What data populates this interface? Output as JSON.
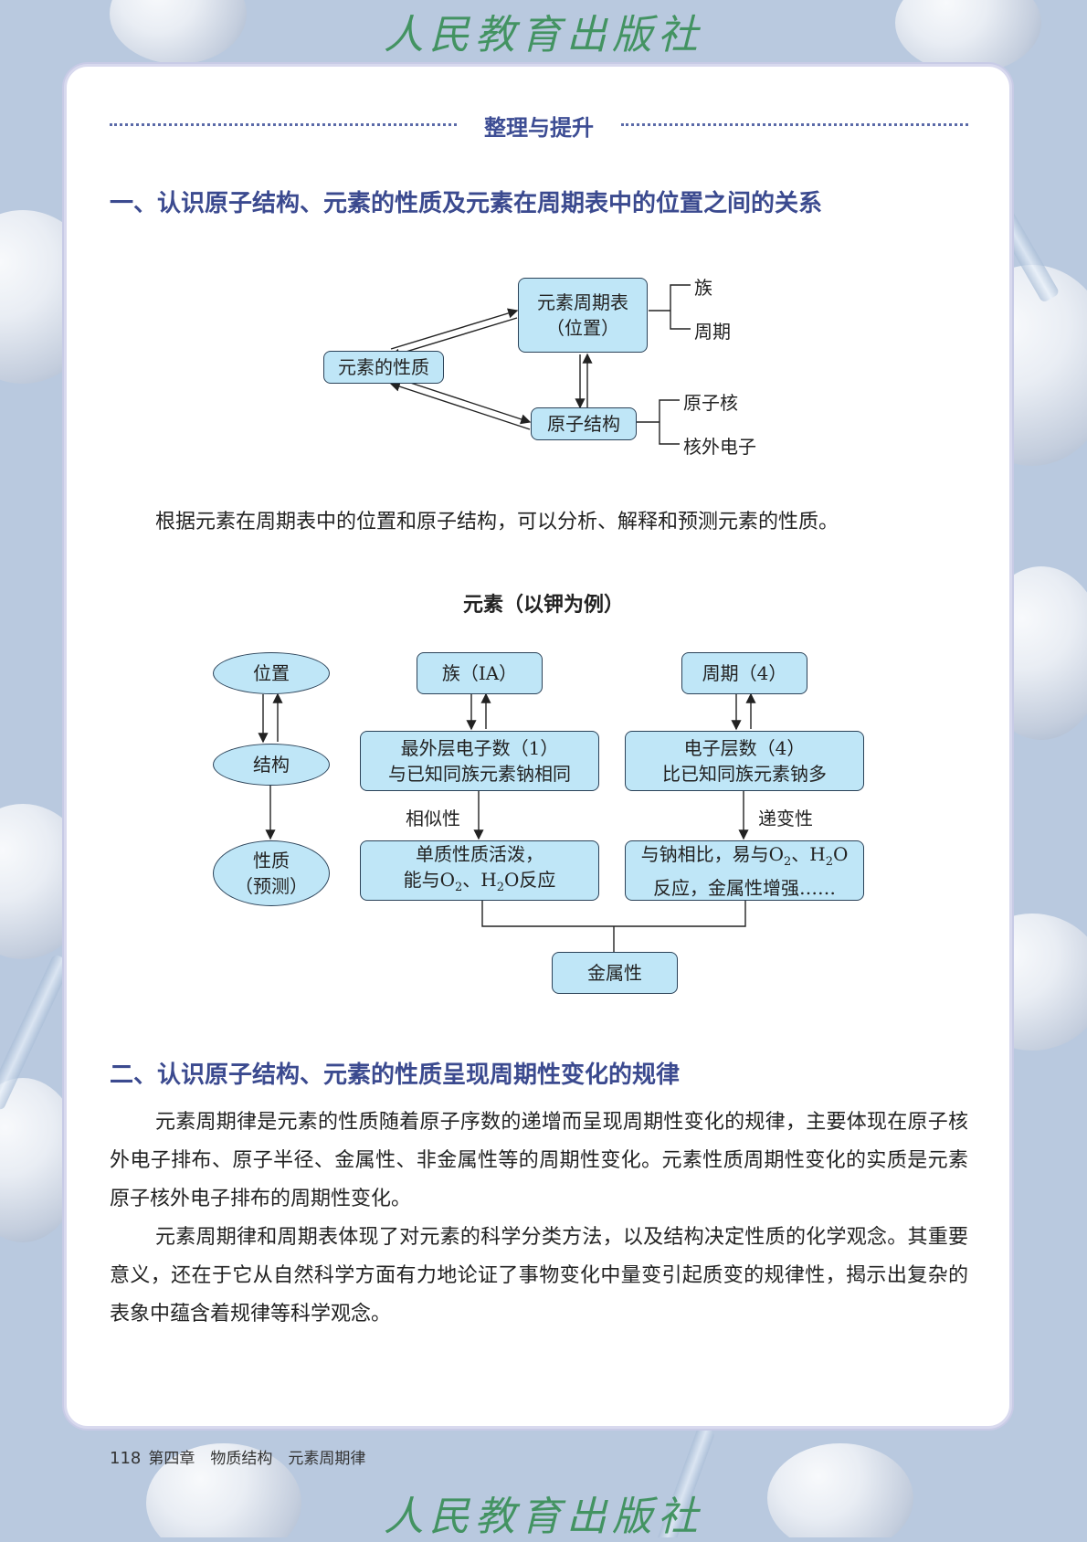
{
  "publisher_watermark": "人民教育出版社",
  "banner_title": "整理与提升",
  "section1": {
    "heading": "一、认识原子结构、元素的性质及元素在周期表中的位置之间的关系",
    "diagram1": {
      "table_box_line1": "元素周期表",
      "table_box_line2": "（位置）",
      "property_box": "元素的性质",
      "structure_box": "原子结构",
      "branch_group": "族",
      "branch_period": "周期",
      "branch_nucleus": "原子核",
      "branch_electrons": "核外电子"
    },
    "summary": "根据元素在周期表中的位置和原子结构，可以分析、解释和预测元素的性质。",
    "diagram2": {
      "title": "元素（以钾为例）",
      "oval_position": "位置",
      "oval_structure": "结构",
      "oval_property_line1": "性质",
      "oval_property_line2": "（预测）",
      "group_box": "族（ⅠA）",
      "period_box": "周期（4）",
      "outer_electrons_line1": "最外层电子数（1）",
      "outer_electrons_line2": "与已知同族元素钠相同",
      "shells_line1": "电子层数（4）",
      "shells_line2": "比已知同族元素钠多",
      "label_similarity": "相似性",
      "label_gradient": "递变性",
      "active_line1": "单质性质活泼，",
      "active_line2_a": "能与O",
      "active_line2_sub1": "2",
      "active_line2_b": "、H",
      "active_line2_sub2": "2",
      "active_line2_c": "O反应",
      "compare_line1_a": "与钠相比，易与O",
      "compare_line1_sub1": "2",
      "compare_line1_b": "、H",
      "compare_line1_sub2": "2",
      "compare_line1_c": "O",
      "compare_line2": "反应，金属性增强……",
      "metallic_box": "金属性"
    }
  },
  "section2": {
    "heading": "二、认识原子结构、元素的性质呈现周期性变化的规律",
    "paragraph1": "元素周期律是元素的性质随着原子序数的递增而呈现周期性变化的规律，主要体现在原子核外电子排布、原子半径、金属性、非金属性等的周期性变化。元素性质周期性变化的实质是元素原子核外电子排布的周期性变化。",
    "paragraph2": "元素周期律和周期表体现了对元素的科学分类方法，以及结构决定性质的化学观念。其重要意义，还在于它从自然科学方面有力地论证了事物变化中量变引起质变的规律性，揭示出复杂的表象中蕴含着规律等科学观念。"
  },
  "footer": {
    "page_number": "118",
    "chapter": "第四章　物质结构　元素周期律"
  },
  "colors": {
    "box_fill": "#bfe6f7",
    "heading": "#3b4a8f",
    "watermark": "#2f8a4d"
  }
}
